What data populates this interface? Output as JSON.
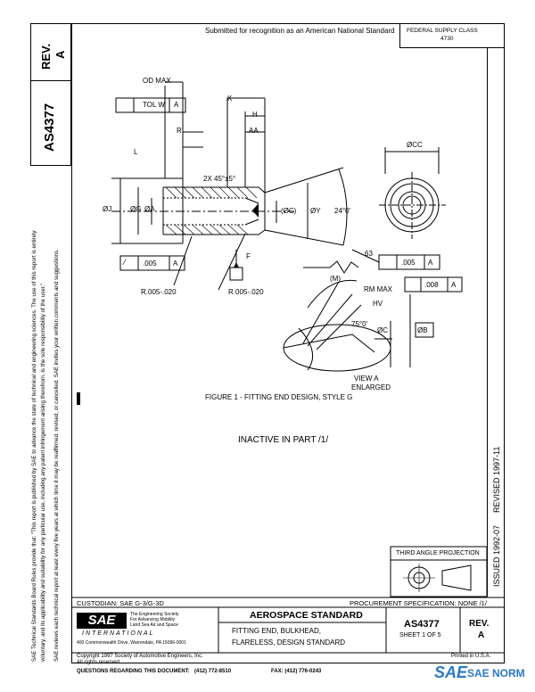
{
  "header": {
    "submitted_text": "Submitted for recognition as an American National Standard",
    "federal_supply_class_label": "FEDERAL SUPPLY CLASS",
    "federal_supply_class_value": "4730"
  },
  "left_strip": {
    "rev_label": "REV.",
    "rev_value": "A",
    "doc_number": "AS4377",
    "disclaimer_1": "SAE Technical Standards Board Rules provide that: \"This report is published by SAE to advance the state of technical and engineering sciences. The use of this report is entirely",
    "disclaimer_2": "voluntary, and its applicability and suitability for any particular use, including any patent infringement arising therefrom, is the sole responsibility of the user.\"",
    "disclaimer_3": "SAE reviews each technical report at least every five years at which time it may be reaffirmed, revised, or cancelled. SAE invites your written comments and suggestions."
  },
  "right_strip": {
    "revised": "REVISED 1997-11",
    "issued": "ISSUED 1992-07"
  },
  "drawing": {
    "labels": {
      "od_max": "OD MAX",
      "k": "K",
      "h": "H",
      "aa": "AA",
      "r": "R",
      "l": "L",
      "chamfer": "2X 45°±5°",
      "tol_w": "TOL W",
      "datum_a": "A",
      "dia_j": "ØJ",
      "dia_g": "ØG",
      "dia_a": "ØA",
      "dia_dc": "(ØC)",
      "dia_y": "ØY",
      "angle_24": "24°0'",
      "dia_cc": "ØCC",
      "finish_63": "63",
      "tol_005": ".005",
      "tol_008": ".008",
      "radius_1": "R.005-.020",
      "radius_2": "R.005-.020",
      "m": "(M)",
      "rm_max": "RM MAX",
      "hv": "HV",
      "angle_75": "75°0'",
      "dia_c": "ØC",
      "dia_b": "ØB",
      "f": "F",
      "view_a": "VIEW A",
      "enlarged": "ENLARGED"
    },
    "figure_caption": "FIGURE 1 - FITTING END DESIGN, STYLE G"
  },
  "inactive_note": "INACTIVE IN PART /1/",
  "third_angle": "THIRD ANGLE PROJECTION",
  "footer": {
    "custodian": "CUSTODIAN: SAE G-3/G-3D",
    "procurement": "PROCUREMENT SPECIFICATION: NONE /1/",
    "sae_tagline_1": "The Engineering Society",
    "sae_tagline_2": "For Advancing Mobility",
    "sae_tagline_3": "Land Sea Air and Space",
    "sae_international": "INTERNATIONAL",
    "sae_address": "400 Commonwealth Drive, Warrendale, PA 15096-0001",
    "aerospace_standard": "AEROSPACE STANDARD",
    "title_line_1": "FITTING END, BULKHEAD,",
    "title_line_2": "FLARELESS, DESIGN STANDARD",
    "doc_number": "AS4377",
    "sheet": "SHEET 1 OF 5",
    "rev_label": "REV.",
    "rev_value": "A",
    "copyright": "Copyright 1997 Society of Automotive Engineers, Inc.",
    "rights": "All rights reserved.",
    "printed": "Printed in U.S.A.",
    "questions": "QUESTIONS REGARDING THIS DOCUMENT:",
    "phone": "(412) 772-8510",
    "fax": "FAX: (412) 776-0243"
  },
  "watermark": {
    "mark": "SAE",
    "text": "SAE NORM"
  }
}
